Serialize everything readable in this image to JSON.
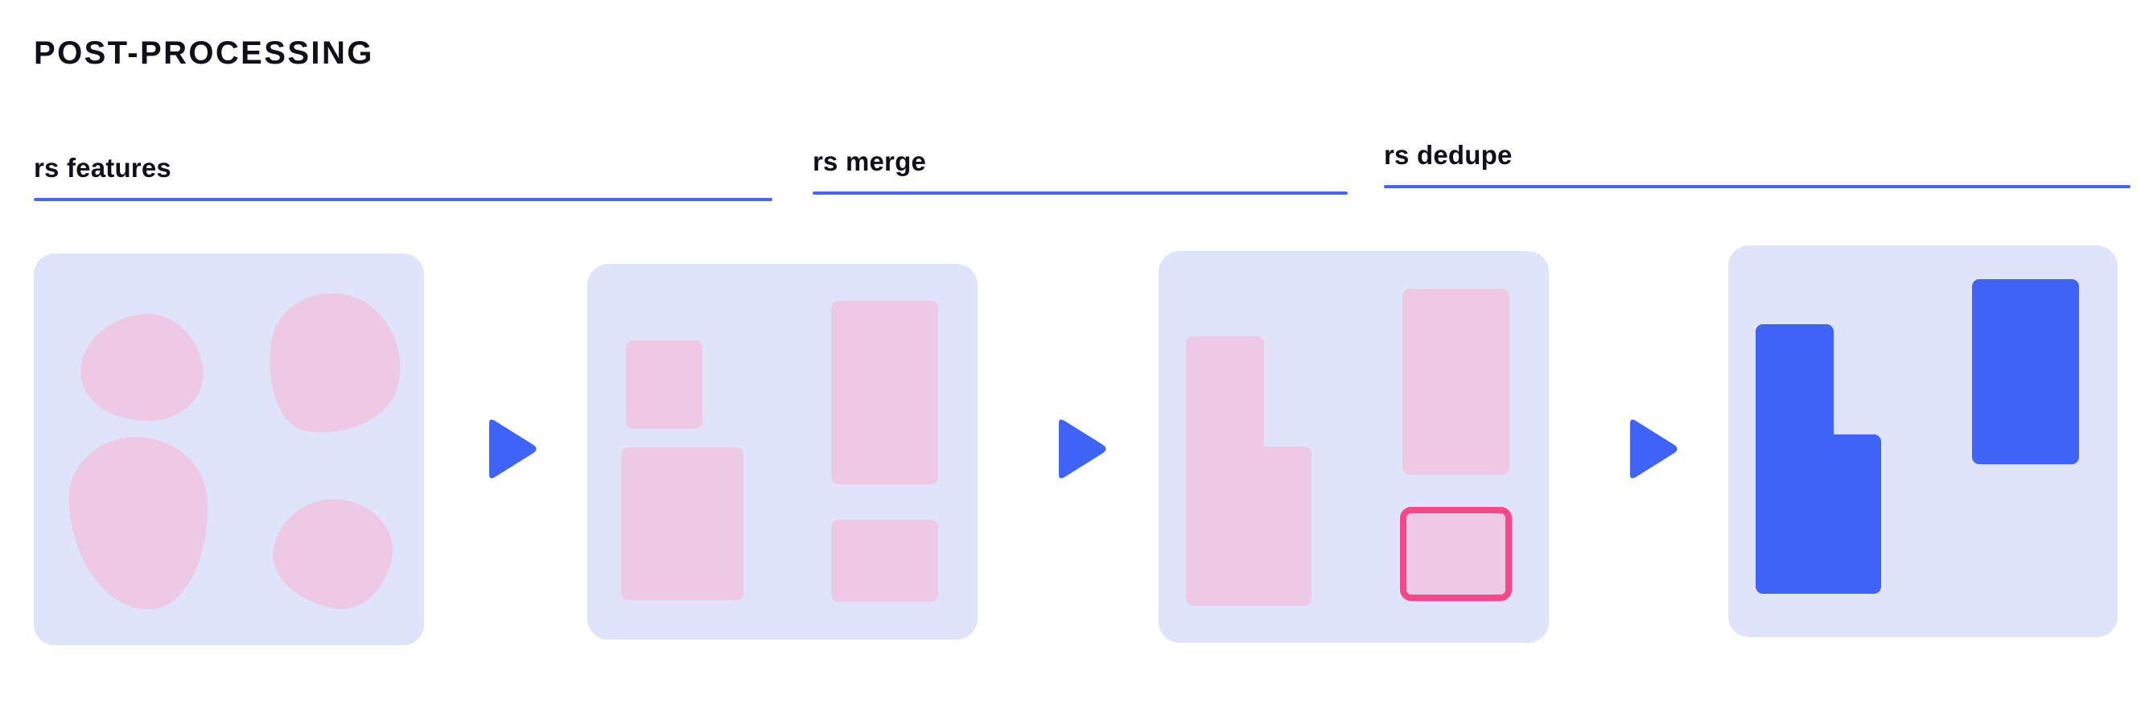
{
  "section": {
    "title": "POST-PROCESSING"
  },
  "accent_colors": {
    "rule": "#4866f6",
    "panel_bg": "#dfe4fa",
    "shape_pink": "#eec9e5",
    "shape_blue": "#3f63f6",
    "duplicate_outline": "#f6478a",
    "title_text": "#101018",
    "page_bg": "#ffffff"
  },
  "stages": [
    {
      "id": "features",
      "label": "rs features",
      "panel_name": "features-panel",
      "shapes": [
        {
          "name": "feature-blob-top-left",
          "kind": "organic-blob",
          "fill": "#eec9e5"
        },
        {
          "name": "feature-blob-top-right",
          "kind": "organic-blob",
          "fill": "#eec9e5"
        },
        {
          "name": "feature-blob-bottom-left",
          "kind": "organic-blob",
          "fill": "#eec9e5"
        },
        {
          "name": "feature-blob-bottom-right",
          "kind": "organic-blob",
          "fill": "#eec9e5"
        }
      ]
    },
    {
      "id": "merge",
      "label": "rs merge",
      "panel_name": "merge-panel",
      "shapes": [
        {
          "name": "bbox-small-top-left",
          "kind": "rect",
          "fill": "#eec9e5"
        },
        {
          "name": "bbox-large-bottom-left",
          "kind": "rect",
          "fill": "#eec9e5"
        },
        {
          "name": "bbox-tall-top-right",
          "kind": "rect",
          "fill": "#eec9e5"
        },
        {
          "name": "bbox-small-bottom-right",
          "kind": "rect",
          "fill": "#eec9e5"
        }
      ]
    },
    {
      "id": "dedupe",
      "label": "rs dedupe",
      "panel_name": "dedupe-panel",
      "shapes": [
        {
          "name": "merged-lshape-left",
          "kind": "l-shape",
          "fill": "#eec9e5"
        },
        {
          "name": "bbox-tall-right",
          "kind": "rect",
          "fill": "#eec9e5"
        },
        {
          "name": "duplicate-bbox-flagged",
          "kind": "rect-outlined",
          "fill": "#eec9e5",
          "stroke": "#f6478a"
        }
      ]
    },
    {
      "id": "result",
      "label": "",
      "panel_name": "result-panel",
      "shapes": [
        {
          "name": "final-lshape-left",
          "kind": "l-shape",
          "fill": "#3f63f6"
        },
        {
          "name": "final-bbox-right",
          "kind": "rect",
          "fill": "#3f63f6"
        }
      ]
    }
  ],
  "arrows": [
    {
      "name": "arrow-features-to-merge",
      "direction": "right",
      "color": "#3f63f6"
    },
    {
      "name": "arrow-merge-to-dedupe",
      "direction": "right",
      "color": "#3f63f6"
    },
    {
      "name": "arrow-dedupe-to-result",
      "direction": "right",
      "color": "#3f63f6"
    }
  ]
}
